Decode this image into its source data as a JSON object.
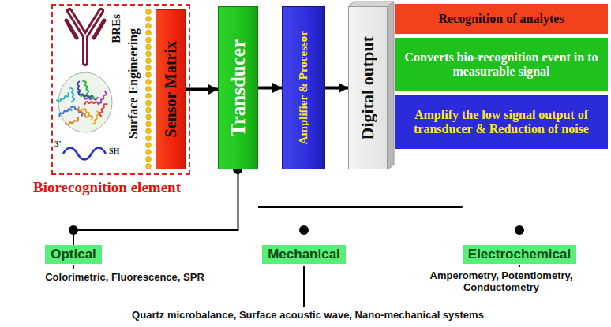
{
  "diagram": {
    "nodes": [
      {
        "text": [
          "Biorecognition element"
        ]
      },
      {
        "text": [
          "Sensor Matrix"
        ],
        "in": 0
      },
      {
        "text": [
          "Transducer"
        ]
      },
      {
        "text": [
          "Amplifier & Processor"
        ]
      },
      {
        "text": [
          "Digital output"
        ]
      },
      {
        "text": [
          "Recognition of analytes"
        ]
      },
      {
        "text": [
          "Converts bio-recognition event in to measurable signal"
        ]
      },
      {
        "text": [
          "Amplify the low signal output of transducer & Reduction of noise"
        ]
      },
      {
        "text": [
          "Optical"
        ]
      },
      {
        "text": [
          "Mechanical"
        ]
      },
      {
        "text": [
          "Electrochemical"
        ]
      }
    ],
    "edges": [
      {
        "from": 1,
        "to": 2,
        "arrow": "to"
      },
      {
        "from": 2,
        "to": 3,
        "arrow": "to"
      },
      {
        "from": 3,
        "to": 4,
        "arrow": "to"
      },
      {
        "from": 2,
        "to": 8,
        "arrow": "none"
      },
      {
        "from": 2,
        "to": 9,
        "arrow": "none"
      },
      {
        "from": 2,
        "to": 10,
        "arrow": "none"
      }
    ],
    "labels": [
      "BREs",
      "Surface Engineering",
      "3'",
      "SH",
      "Colorimetric, Fluorescence, SPR",
      "Amperometry, Potentiometry, Conductometry",
      "Quartz microbalance, Surface acoustic wave, Nano-mechanical systems"
    ]
  }
}
